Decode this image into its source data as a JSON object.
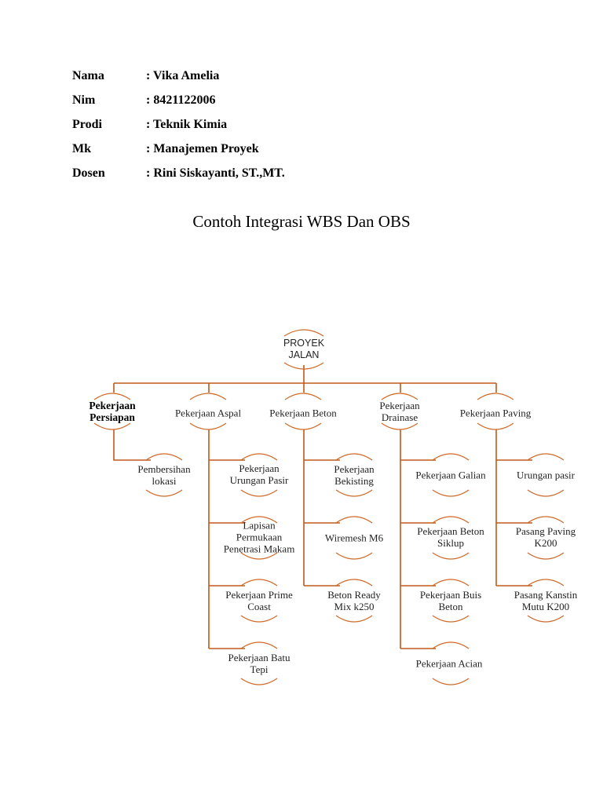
{
  "info": [
    {
      "label": "Nama",
      "value": ": Vika Amelia"
    },
    {
      "label": "Nim",
      "value": ": 8421122006"
    },
    {
      "label": "Prodi",
      "value": ": Teknik Kimia"
    },
    {
      "label": "Mk",
      "value": ": Manajemen Proyek"
    },
    {
      "label": "Dosen",
      "value": ": Rini Siskayanti, ST.,MT."
    }
  ],
  "title": "Contoh Integrasi WBS Dan OBS",
  "colors": {
    "line": "#c05a1a",
    "arc": "#d06a28"
  },
  "wbs": {
    "root": {
      "line1": "PROYEK",
      "line2": "JALAN"
    },
    "level1": [
      {
        "line1": "Pekerjaan",
        "line2": "Persiapan"
      },
      {
        "line1": "Pekerjaan Aspal",
        "line2": ""
      },
      {
        "line1": "Pekerjaan Beton",
        "line2": ""
      },
      {
        "line1": "Pekerjaan",
        "line2": "Drainase"
      },
      {
        "line1": "Pekerjaan Paving",
        "line2": ""
      }
    ],
    "persiapan": [
      {
        "line1": "Pembersihan",
        "line2": "lokasi"
      }
    ],
    "aspal": [
      {
        "line1": "Pekerjaan",
        "line2": "Urungan  Pasir",
        "line3": ""
      },
      {
        "line1": "Lapisan",
        "line2": "Permukaan",
        "line3": "Penetrasi Makam"
      },
      {
        "line1": "Pekerjaan Prime",
        "line2": "Coast",
        "line3": ""
      },
      {
        "line1": "Pekerjaan Batu",
        "line2": "Tepi",
        "line3": ""
      }
    ],
    "beton": [
      {
        "line1": "Pekerjaan",
        "line2": "Bekisting"
      },
      {
        "line1": "Wiremesh M6",
        "line2": ""
      },
      {
        "line1": "Beton Ready",
        "line2": "Mix k250"
      }
    ],
    "drainase": [
      {
        "line1": "Pekerjaan Galian",
        "line2": ""
      },
      {
        "line1": "Pekerjaan Beton",
        "line2": "Siklup"
      },
      {
        "line1": "Pekerjaan Buis",
        "line2": "Beton"
      },
      {
        "line1": "Pekerjaan Acian",
        "line2": ""
      }
    ],
    "paving": [
      {
        "line1": "Urungan pasir",
        "line2": ""
      },
      {
        "line1": "Pasang Paving",
        "line2": "K200"
      },
      {
        "line1": "Pasang Kanstin",
        "line2": "Mutu K200"
      }
    ]
  }
}
